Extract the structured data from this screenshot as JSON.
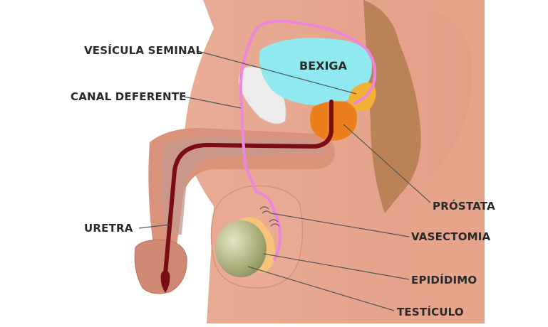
{
  "labels": {
    "seminal_vesicle": "VESÍCULA SEMINAL",
    "vas_deferens": "CANAL DEFERENTE",
    "urethra": "URETRA",
    "prostate": "PRÓSTATA",
    "vasectomy": "VASECTOMIA",
    "epididymis": "EPIDÍDIMO",
    "testicle": "TESTÍCULO",
    "bladder": "BEXIGA"
  },
  "colors": {
    "skin": "#e8ab92",
    "skin_dark": "#d98f76",
    "skin_light": "#f1c4b0",
    "back_muscle": "#b98257",
    "bladder": "#8fe9ee",
    "prostate": "#ec7f1c",
    "seminal_vesicle": "#f2b236",
    "vas_deferens": "#ee86dd",
    "urethra": "#7a0d14",
    "testicle": "#a8ac7a",
    "epididymis": "#f7c27a",
    "bone": "#ececec",
    "leader_line": "#555555"
  }
}
